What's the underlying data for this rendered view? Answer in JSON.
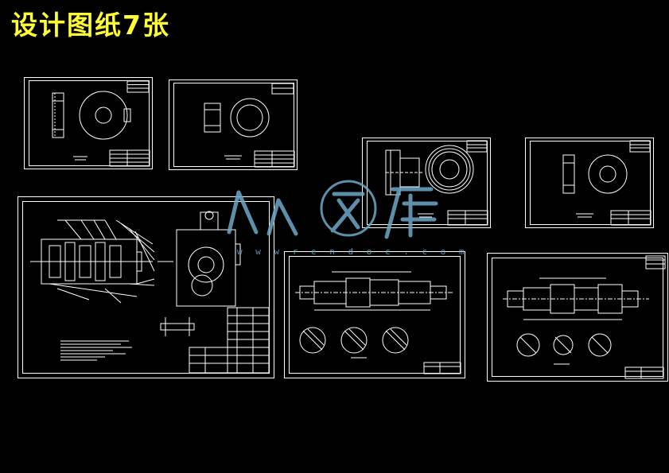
{
  "page": {
    "title": "设计图纸7张",
    "title_color": "#ffff33",
    "background_color": "#000000",
    "line_color": "#ffffff"
  },
  "watermark": {
    "site_text": "w w w r e n d o c . c o m",
    "color": "#6fa9c8",
    "icon": "renrendoc-logo-icon"
  },
  "drawings": [
    {
      "name": "gear-blank-drawing-1"
    },
    {
      "name": "gear-blank-drawing-2"
    },
    {
      "name": "gear-drawing-3"
    },
    {
      "name": "gear-drawing-4"
    },
    {
      "name": "gearbox-assembly-drawing"
    },
    {
      "name": "shaft-drawing-1"
    },
    {
      "name": "shaft-drawing-2"
    }
  ]
}
